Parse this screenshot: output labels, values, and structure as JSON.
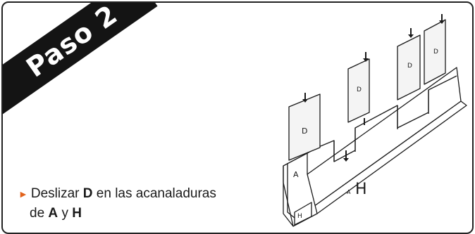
{
  "banner": {
    "label": "Paso 2"
  },
  "instruction": {
    "marker_color": "#e2621b",
    "part1": "Deslizar",
    "d": "D",
    "part2": "en las acanaladuras",
    "part3": "de",
    "a": "A",
    "y": "y",
    "h": "H"
  },
  "diagram": {
    "panel_labels": [
      "D",
      "D",
      "D",
      "D"
    ],
    "piece_a": "A",
    "piece_h": "H",
    "piece_h_small": "H",
    "piece_h_inner": "A"
  }
}
